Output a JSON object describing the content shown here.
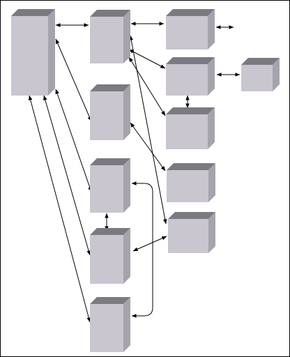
{
  "diagram": {
    "title": "",
    "colors": {
      "block_front": "#c9c6d0",
      "block_top": "#7b7982",
      "block_side": "#a6a3ad",
      "connector": "#000000",
      "frame": "#000000",
      "background": "#ffffff"
    },
    "blocks": [
      {
        "id": "block-a",
        "label": ""
      },
      {
        "id": "block-b",
        "label": ""
      },
      {
        "id": "block-c",
        "label": ""
      },
      {
        "id": "block-d",
        "label": ""
      },
      {
        "id": "block-e",
        "label": ""
      },
      {
        "id": "block-f",
        "label": ""
      },
      {
        "id": "block-g",
        "label": ""
      },
      {
        "id": "block-h",
        "label": ""
      },
      {
        "id": "block-i",
        "label": ""
      },
      {
        "id": "block-j",
        "label": ""
      },
      {
        "id": "block-k",
        "label": ""
      },
      {
        "id": "block-l",
        "label": ""
      }
    ],
    "connections": [
      {
        "from": "block-a",
        "to": "block-b",
        "arrows": "both"
      },
      {
        "from": "block-a",
        "to": "block-c",
        "arrows": "both"
      },
      {
        "from": "block-a",
        "to": "block-d",
        "arrows": "both"
      },
      {
        "from": "block-a",
        "to": "block-e",
        "arrows": "both"
      },
      {
        "from": "block-a",
        "to": "block-f",
        "arrows": "both"
      },
      {
        "from": "block-b",
        "to": "block-g",
        "arrows": "both"
      },
      {
        "from": "block-b",
        "to": "block-h",
        "arrows": "both"
      },
      {
        "from": "block-b",
        "to": "block-i",
        "arrows": "both"
      },
      {
        "from": "block-b",
        "to": "block-k",
        "arrows": "both"
      },
      {
        "from": "block-c",
        "to": "block-j",
        "arrows": "both"
      },
      {
        "from": "block-d",
        "to": "block-e",
        "arrows": "both"
      },
      {
        "from": "block-d",
        "to": "block-f",
        "arrows": "both"
      },
      {
        "from": "block-e",
        "to": "block-k",
        "arrows": "both"
      },
      {
        "from": "block-g",
        "to": "external-right",
        "arrows": "both"
      },
      {
        "from": "block-h",
        "to": "block-l",
        "arrows": "both"
      },
      {
        "from": "block-h",
        "to": "block-i",
        "arrows": "both"
      }
    ]
  }
}
